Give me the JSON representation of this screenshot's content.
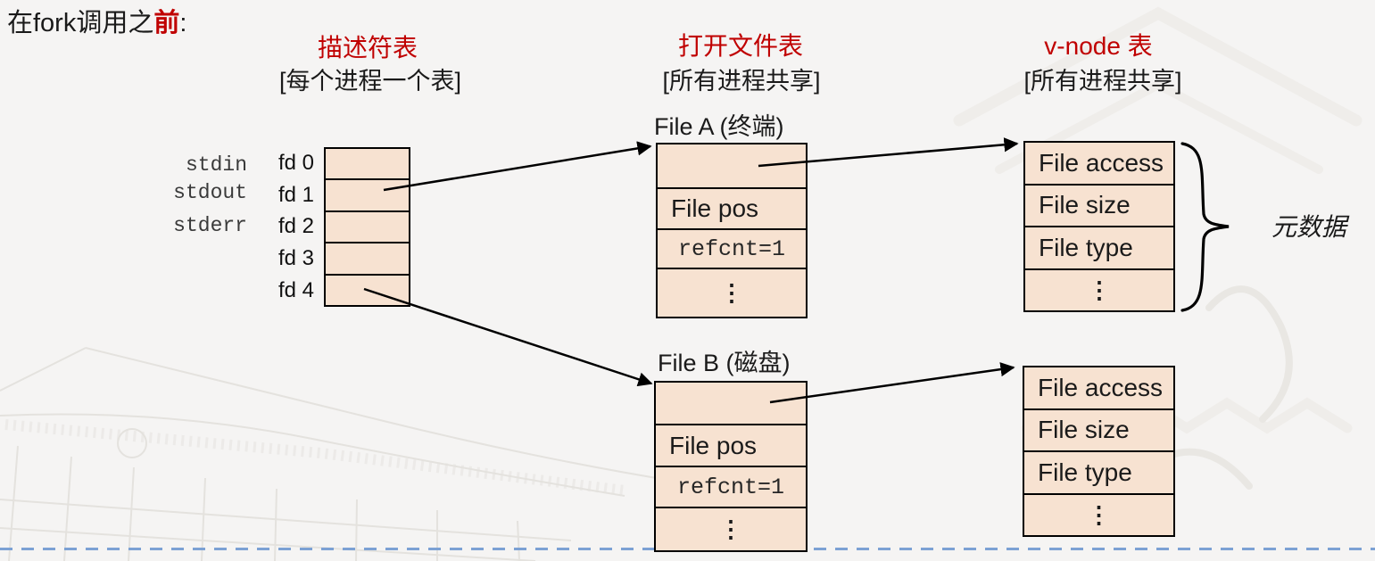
{
  "slide": {
    "title": {
      "prefix": "在fork调用之",
      "emphasis": "前",
      "colon": ":"
    },
    "columns": [
      {
        "heading": "描述符表",
        "subheading": "[每个进程一个表]"
      },
      {
        "heading": "打开文件表",
        "subheading": "[所有进程共享]"
      },
      {
        "heading": "v-node 表",
        "subheading": "[所有进程共享]"
      }
    ],
    "descriptor_table": {
      "stream_labels": [
        "stdin",
        "stdout",
        "stderr"
      ],
      "fd_labels": [
        "fd 0",
        "fd 1",
        "fd 2",
        "fd 3",
        "fd 4"
      ]
    },
    "open_file_tables": [
      {
        "title": "File A (终端)",
        "rows": [
          "",
          "File pos",
          "refcnt=1",
          "⋮"
        ]
      },
      {
        "title": "File B (磁盘)",
        "rows": [
          "",
          "File pos",
          "refcnt=1",
          "⋮"
        ]
      }
    ],
    "vnode_tables": [
      {
        "rows": [
          "File access",
          "File size",
          "File type",
          "⋮"
        ]
      },
      {
        "rows": [
          "File access",
          "File size",
          "File type",
          "⋮"
        ]
      }
    ],
    "metadata_label": "元数据",
    "colors": {
      "accent_red": "#C00000",
      "cell_fill": "#F7E2D1",
      "divider_blue": "#7CA1D4"
    }
  }
}
